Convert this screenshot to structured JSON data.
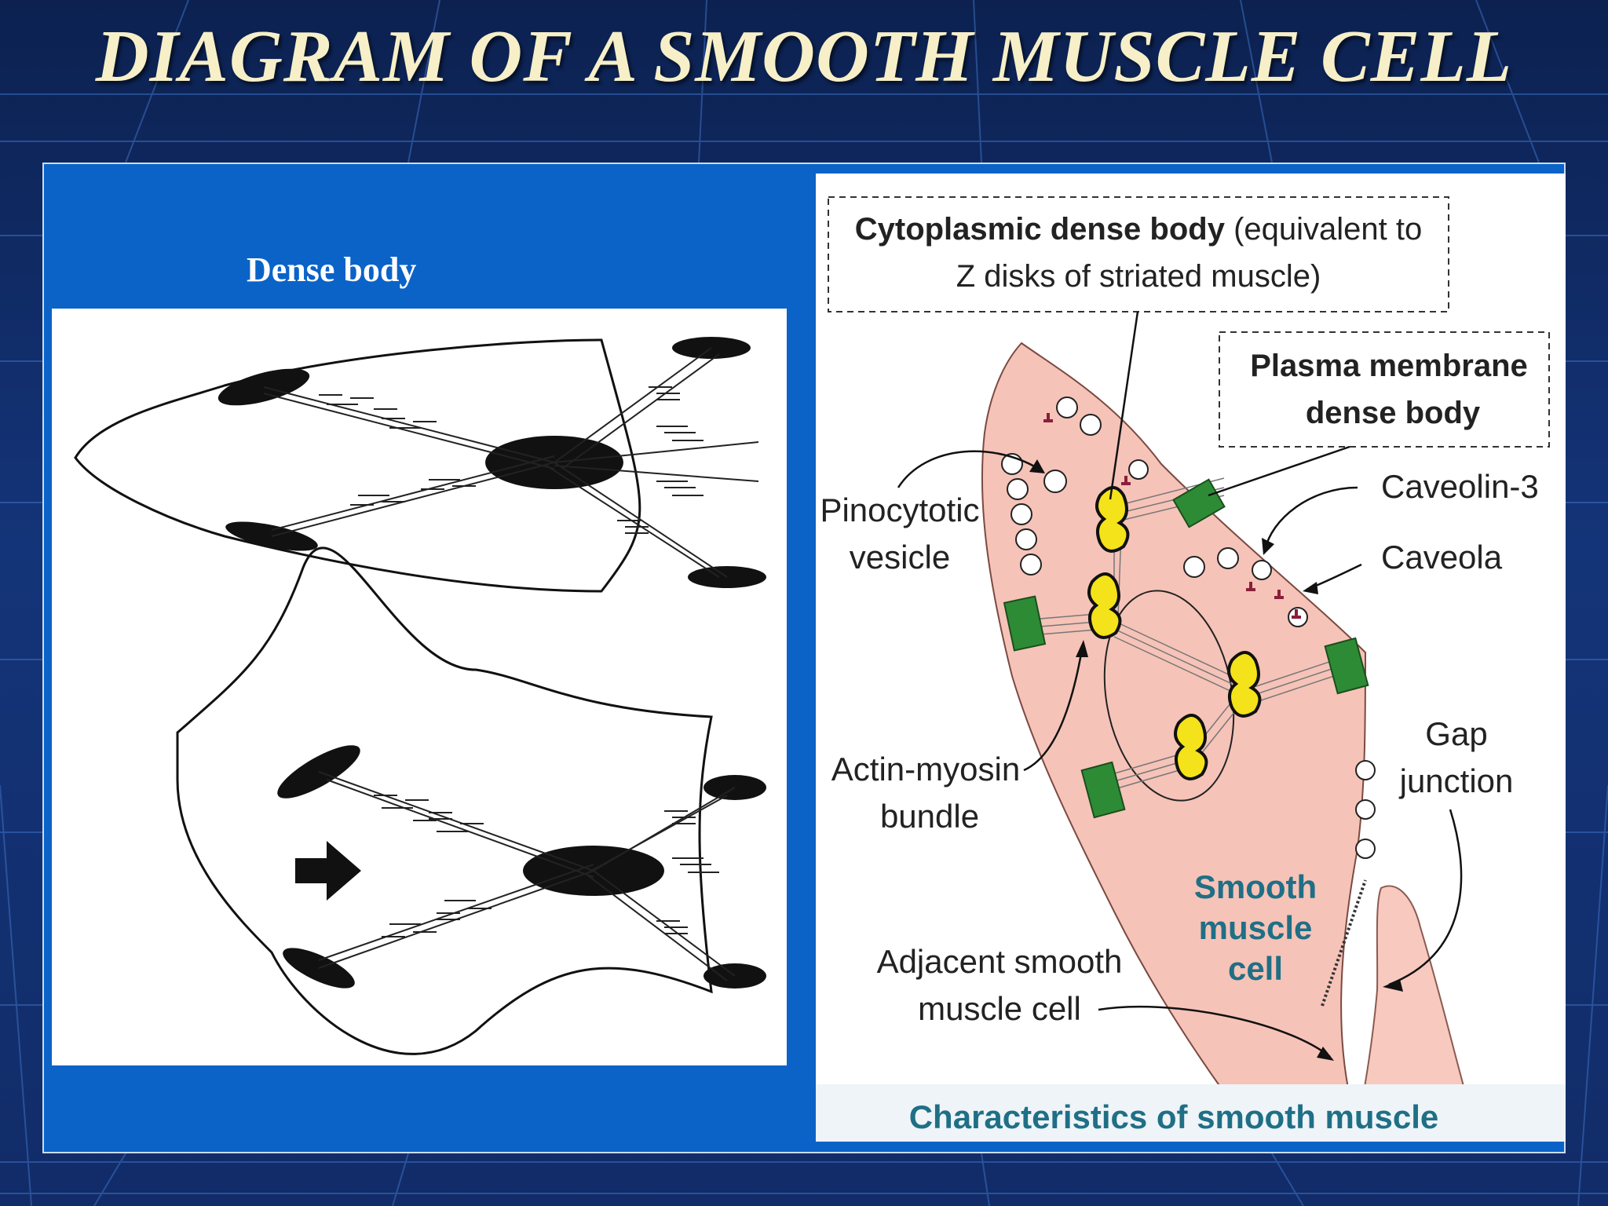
{
  "title": "DIAGRAM OF A SMOOTH MUSCLE CELL",
  "left_panel": {
    "dense_body_label": "Dense body"
  },
  "right_panel": {
    "cytoplasmic_dense_body": {
      "bold": "Cytoplasmic dense body",
      "rest": " (equivalent to",
      "line2": "Z disks of striated muscle)"
    },
    "plasma_membrane_dense_body": {
      "line1": "Plasma membrane",
      "line2": "dense body"
    },
    "caveolin": "Caveolin-3",
    "caveola": "Caveola",
    "pinocytotic": {
      "line1": "Pinocytotic",
      "line2": "vesicle"
    },
    "actin_myosin": {
      "line1": "Actin-myosin",
      "line2": "bundle"
    },
    "gap_junction": {
      "line1": "Gap",
      "line2": "junction"
    },
    "smooth_muscle_cell": {
      "line1": "Smooth",
      "line2": "muscle",
      "line3": "cell"
    },
    "adjacent_cell": {
      "line1": "Adjacent smooth",
      "line2": "muscle cell"
    },
    "footer": "Characteristics of smooth muscle"
  },
  "colors": {
    "title": "#f6efc8",
    "frame_blue": "#0b63c8",
    "cell_pink": "#f6c3b8",
    "dense_body_yellow": "#f4e21a",
    "membrane_body_green": "#2e8b35",
    "cell_label_teal": "#1f6f86"
  }
}
